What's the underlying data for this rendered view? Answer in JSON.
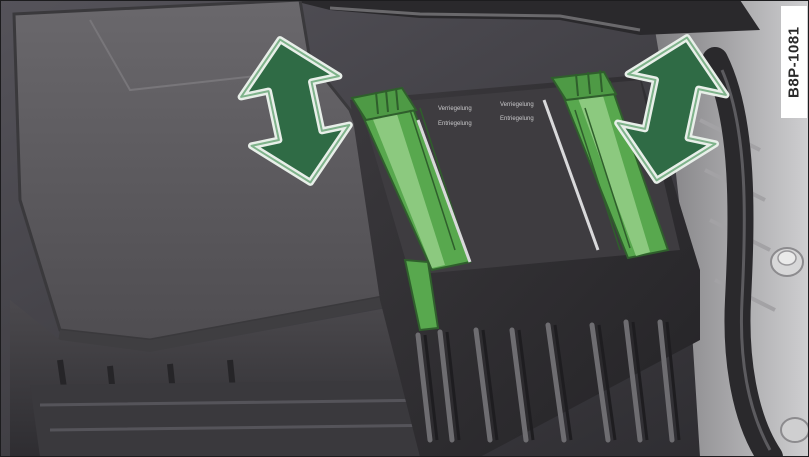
{
  "figure": {
    "code": "B8P-1081",
    "description_icon_names": [
      "double-arrow-up-down-icon",
      "double-arrow-up-down-icon"
    ],
    "colors": {
      "background": "#3c3a3d",
      "cover": "#5d5b5e",
      "fuse_carrier": "#2c2a2d",
      "clip_green": "#58a84e",
      "arrow_green": "#2f6b45",
      "arrow_outline": "#e8efe9",
      "frame_light": "#b9b8b9"
    },
    "clip_labels": {
      "left_top": "Verriegelung",
      "left_bottom": "Entriegelung",
      "right_top": "Verriegelung",
      "right_bottom": "Entriegelung"
    }
  }
}
